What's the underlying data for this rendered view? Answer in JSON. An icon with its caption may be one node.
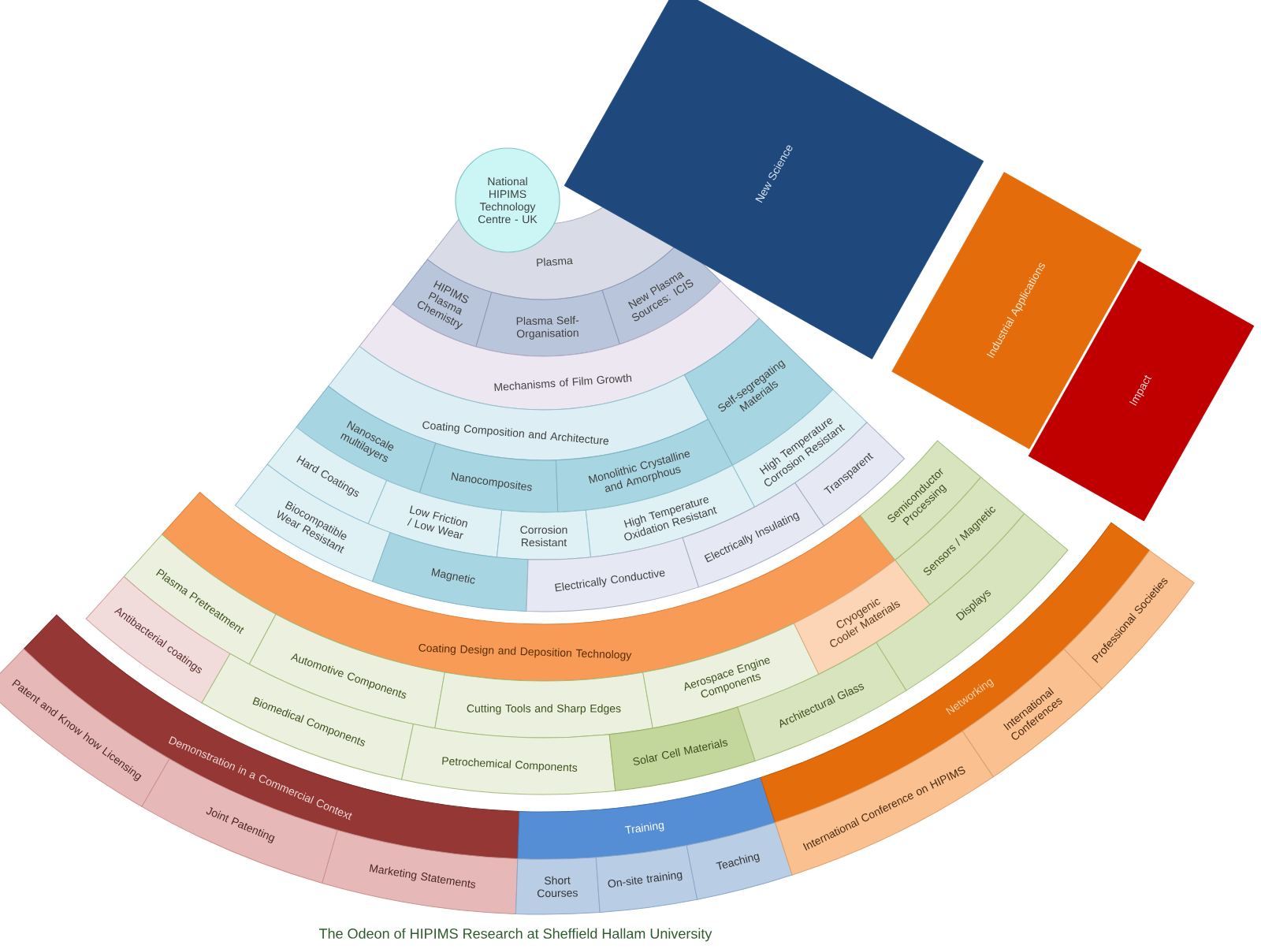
{
  "diagram": {
    "caption": "The Odeon of HIPIMS Research at Sheffield Hallam University",
    "nodes": [
      {
        "text": [
          "National HIPIMS Technology Centre - UK"
        ]
      },
      {
        "text": [
          "Plasma"
        ]
      },
      {
        "text": [
          "HIPIMS Plasma Chemistry"
        ]
      },
      {
        "text": [
          "Plasma Self-Organisation"
        ]
      },
      {
        "text": [
          "New Plasma Sources: ICIS"
        ]
      },
      {
        "text": [
          "Mechanisms of Film Growth"
        ]
      },
      {
        "text": [
          "Coating Composition and Architecture"
        ]
      },
      {
        "text": [
          "Self-segregating Materials"
        ]
      },
      {
        "text": [
          "Nanoscale multilayers"
        ]
      },
      {
        "text": [
          "Nanocomposites"
        ]
      },
      {
        "text": [
          "Monolithic Crystalline and Amorphous"
        ]
      },
      {
        "text": [
          "Hard Coatings"
        ]
      },
      {
        "text": [
          "Low Friction / Low Wear"
        ]
      },
      {
        "text": [
          "Corrosion Resistant"
        ]
      },
      {
        "text": [
          "High Temperature Oxidation Resistant"
        ]
      },
      {
        "text": [
          "High Temperature Corrosion Resistant"
        ]
      },
      {
        "text": [
          "Biocompatible Wear Resistant"
        ]
      },
      {
        "text": [
          "Magnetic"
        ]
      },
      {
        "text": [
          "Electrically Conductive"
        ]
      },
      {
        "text": [
          "Electrically Insulating"
        ]
      },
      {
        "text": [
          "Transparent"
        ]
      },
      {
        "text": [
          "Coating Design and Deposition Technology"
        ]
      },
      {
        "text": [
          "Semiconductor Processing"
        ]
      },
      {
        "text": [
          "Plasma Pretreatment"
        ]
      },
      {
        "text": [
          "Automotive Components"
        ]
      },
      {
        "text": [
          "Cutting Tools and Sharp Edges"
        ]
      },
      {
        "text": [
          "Aerospace Engine Components"
        ]
      },
      {
        "text": [
          "Cryogenic Cooler Materials"
        ]
      },
      {
        "text": [
          "Sensors / Magnetic"
        ]
      },
      {
        "text": [
          "Antibacterial coatings"
        ]
      },
      {
        "text": [
          "Biomedical Components"
        ]
      },
      {
        "text": [
          "Petrochemical Components"
        ]
      },
      {
        "text": [
          "Solar Cell Materials"
        ]
      },
      {
        "text": [
          "Architectural Glass"
        ]
      },
      {
        "text": [
          "Displays"
        ]
      },
      {
        "text": [
          "Demonstration in a Commercial Context"
        ]
      },
      {
        "text": [
          "Training"
        ]
      },
      {
        "text": [
          "Networking"
        ]
      },
      {
        "text": [
          "Patent and Know how Licensing"
        ]
      },
      {
        "text": [
          "Joint Patenting"
        ]
      },
      {
        "text": [
          "Marketing Statements"
        ]
      },
      {
        "text": [
          "Short Courses"
        ]
      },
      {
        "text": [
          "On-site training"
        ]
      },
      {
        "text": [
          "Teaching"
        ]
      },
      {
        "text": [
          "International Conference on HIPIMS"
        ]
      },
      {
        "text": [
          "International Conferences"
        ]
      },
      {
        "text": [
          "Professional Societies"
        ]
      },
      {
        "text": [
          "New Science"
        ]
      },
      {
        "text": [
          "Industrial Applications"
        ]
      },
      {
        "text": [
          "Impact"
        ]
      }
    ]
  }
}
